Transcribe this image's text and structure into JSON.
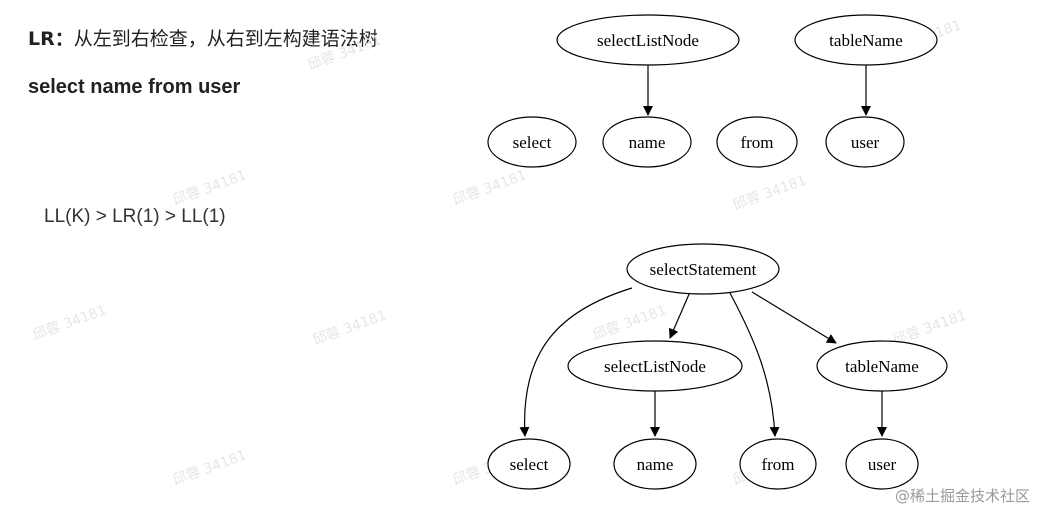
{
  "text": {
    "heading_prefix": "LR：",
    "heading_rest": "从左到右检查，从右到左构建语法树",
    "query": "select name from user",
    "parser_order": "LL(K) > LR(1) > LL(1)",
    "footer": "@稀土掘金技术社区"
  },
  "watermark": "邱蓉 34181",
  "tree1": {
    "nodes": {
      "selectListNode": "selectListNode",
      "tableName": "tableName",
      "select": "select",
      "name": "name",
      "from": "from",
      "user": "user"
    }
  },
  "tree2": {
    "nodes": {
      "selectStatement": "selectStatement",
      "selectListNode": "selectListNode",
      "tableName": "tableName",
      "select": "select",
      "name": "name",
      "from": "from",
      "user": "user"
    }
  }
}
